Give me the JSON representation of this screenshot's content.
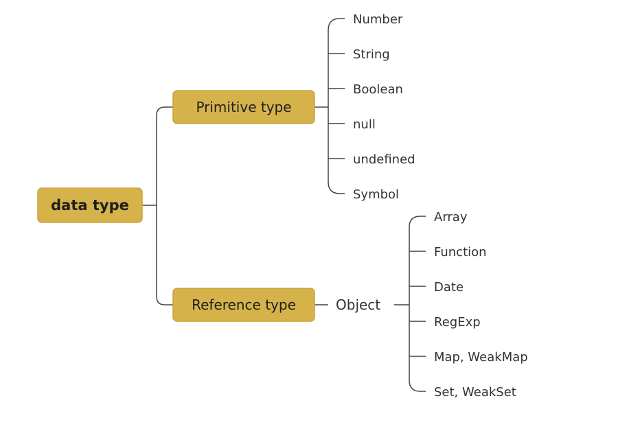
{
  "root": {
    "label": "data type"
  },
  "branches": [
    {
      "label": "Primitive type",
      "children": [
        "Number",
        "String",
        "Boolean",
        "null",
        "undefined",
        "Symbol"
      ]
    },
    {
      "label": "Reference type",
      "object": {
        "label": "Object",
        "children": [
          "Array",
          "Function",
          "Date",
          "RegExp",
          "Map, WeakMap",
          "Set, WeakSet"
        ]
      }
    }
  ],
  "colors": {
    "node_fill": "#d6b24a",
    "node_border": "#c9a43a",
    "line": "#444444"
  }
}
